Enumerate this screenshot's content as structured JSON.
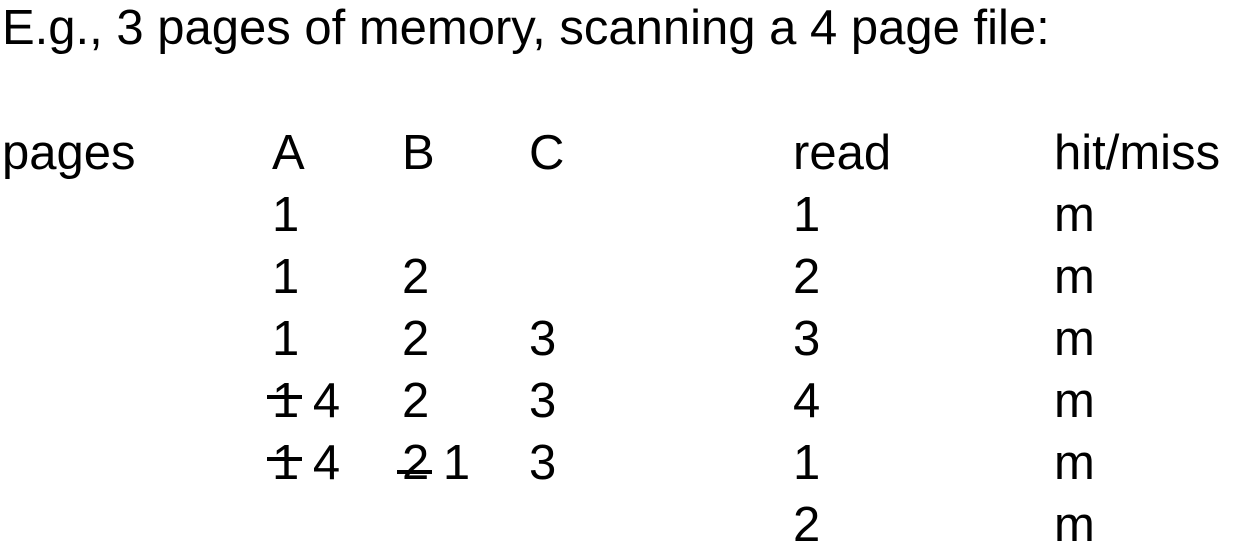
{
  "title": "E.g., 3 pages of memory, scanning a 4 page file:",
  "colors": {
    "background": "#ffffff",
    "text": "#000000",
    "strike": "#000000"
  },
  "table": {
    "headers": [
      "pages",
      "A",
      "B",
      "C",
      "read",
      "hit/miss"
    ],
    "rows": [
      {
        "A": [
          {
            "t": "1"
          }
        ],
        "B": [],
        "C": [],
        "read": "1",
        "result": "m"
      },
      {
        "A": [
          {
            "t": "1"
          }
        ],
        "B": [
          {
            "t": "2"
          }
        ],
        "C": [],
        "read": "2",
        "result": "m"
      },
      {
        "A": [
          {
            "t": "1"
          }
        ],
        "B": [
          {
            "t": "2"
          }
        ],
        "C": [
          {
            "t": "3"
          }
        ],
        "read": "3",
        "result": "m"
      },
      {
        "A": [
          {
            "t": "1",
            "struck": "mid"
          },
          {
            "t": "4"
          }
        ],
        "B": [
          {
            "t": "2"
          }
        ],
        "C": [
          {
            "t": "3"
          }
        ],
        "read": "4",
        "result": "m"
      },
      {
        "A": [
          {
            "t": "1",
            "struck": "mid"
          },
          {
            "t": "4"
          }
        ],
        "B": [
          {
            "t": "2",
            "struck": "low"
          },
          {
            "t": "1"
          }
        ],
        "C": [
          {
            "t": "3"
          }
        ],
        "read": "1",
        "result": "m"
      },
      {
        "A": [],
        "B": [],
        "C": [],
        "read": "2",
        "result": "m"
      }
    ]
  }
}
